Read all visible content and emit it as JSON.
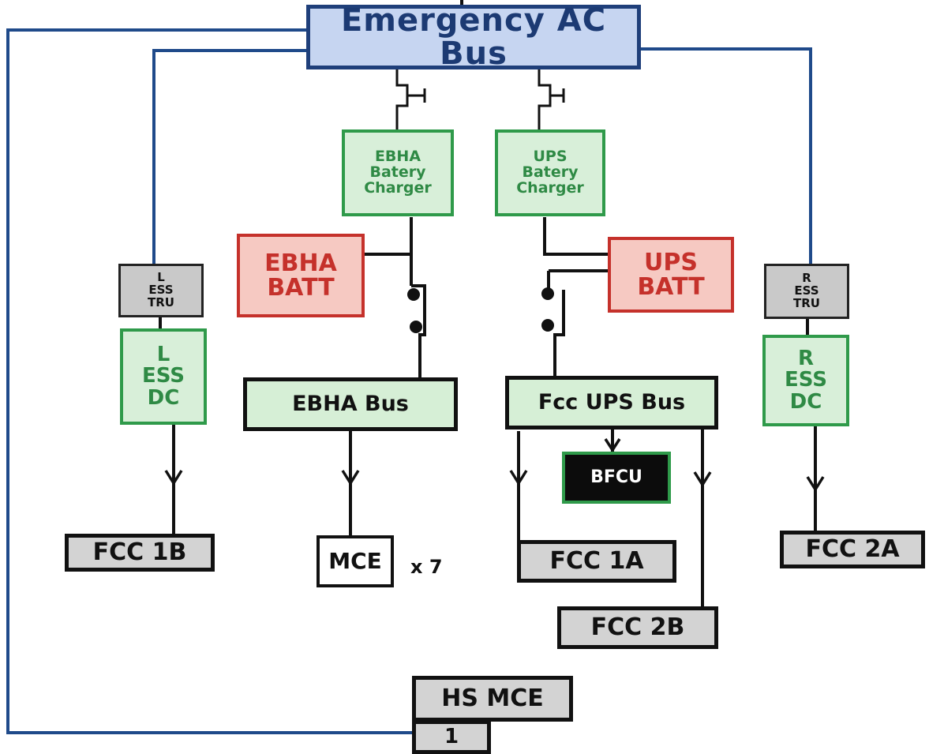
{
  "diagram": {
    "emergency_ac_bus": "Emergency AC Bus",
    "ebha_charger": [
      "EBHA",
      "Batery",
      "Charger"
    ],
    "ups_charger": [
      "UPS",
      "Batery",
      "Charger"
    ],
    "ebha_batt": [
      "EBHA",
      "BATT"
    ],
    "ups_batt": [
      "UPS",
      "BATT"
    ],
    "l_ess_tru": [
      "L",
      "ESS",
      "TRU"
    ],
    "r_ess_tru": [
      "R",
      "ESS",
      "TRU"
    ],
    "l_ess_dc": [
      "L",
      "ESS",
      "DC"
    ],
    "r_ess_dc": [
      "R",
      "ESS",
      "DC"
    ],
    "ebha_bus": "EBHA Bus",
    "fcc_ups_bus": "Fcc UPS Bus",
    "bfcu": "BFCU",
    "fcc_1b": "FCC 1B",
    "mce": "MCE",
    "mce_multiplier": "x 7",
    "fcc_1a": "FCC 1A",
    "fcc_2b": "FCC 2B",
    "fcc_2a": "FCC 2A",
    "hs_mce": "HS MCE",
    "hs_mce_index": "1",
    "colors": {
      "blue_line": "#1f4a8a",
      "blue_fill": "#c6d5f1",
      "green_border": "#2f9a4a",
      "green_fill": "#d8efd9",
      "red_border": "#c5312b",
      "red_fill": "#f6c9c2",
      "gray_fill": "#d3d3d3"
    }
  }
}
